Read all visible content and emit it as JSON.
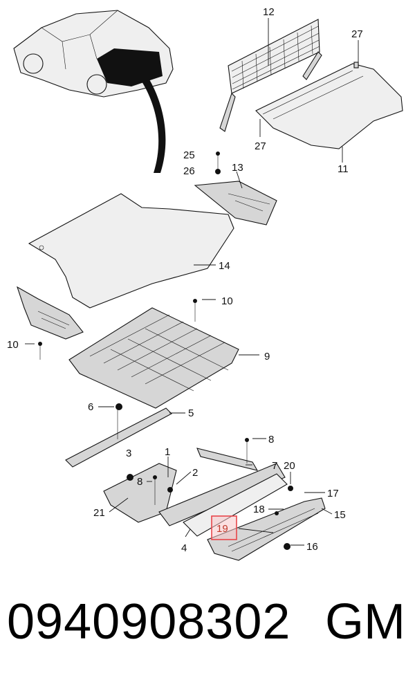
{
  "diagram": {
    "callouts": [
      "12",
      "27",
      "27",
      "11",
      "25",
      "26",
      "13",
      "14",
      "10",
      "10",
      "9",
      "6",
      "5",
      "3",
      "1",
      "2",
      "8",
      "8",
      "7",
      "20",
      "17",
      "21",
      "18",
      "15",
      "19",
      "4",
      "16"
    ],
    "highlighted_callout": "19",
    "highlight_color": "#e8454a"
  },
  "footer": {
    "part_number": "0940908302",
    "brand": "GM"
  }
}
